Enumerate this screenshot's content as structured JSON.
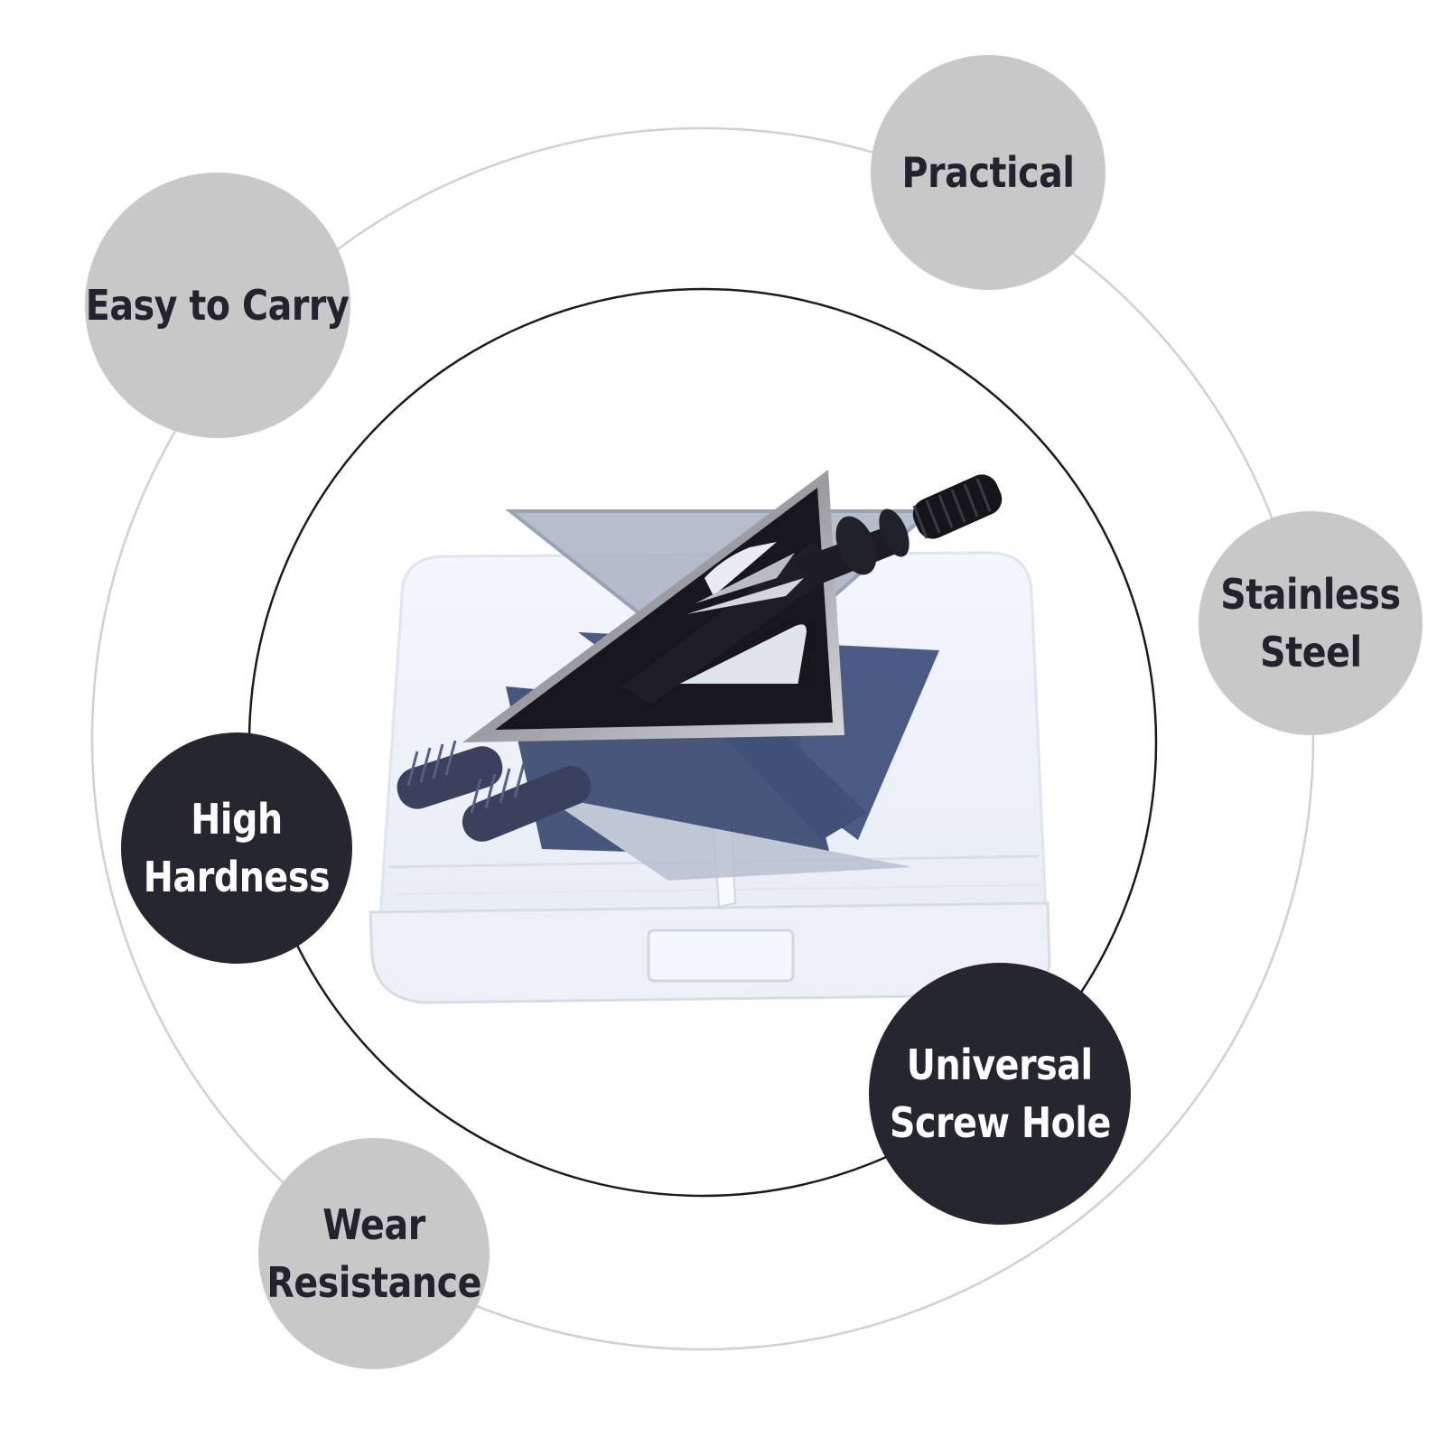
{
  "colors": {
    "light_badge": "#c8c8c8",
    "dark_badge": "#262630",
    "dark_text": "#23232d",
    "light_text": "#ffffff",
    "outer_ring": "#d0d0d0",
    "inner_ring": "#1a1a22"
  },
  "product": {
    "icon": "broadhead-in-clear-case-image"
  },
  "badges": {
    "practical": {
      "line1": "Practical"
    },
    "easy_to_carry": {
      "line1": "Easy to Carry"
    },
    "stainless_steel": {
      "line1": "Stainless",
      "line2": "Steel"
    },
    "high_hardness": {
      "line1": "High",
      "line2": "Hardness"
    },
    "universal_screw_hole": {
      "line1": "Universal",
      "line2": "Screw Hole"
    },
    "wear_resistance": {
      "line1": "Wear",
      "line2": "Resistance"
    }
  }
}
